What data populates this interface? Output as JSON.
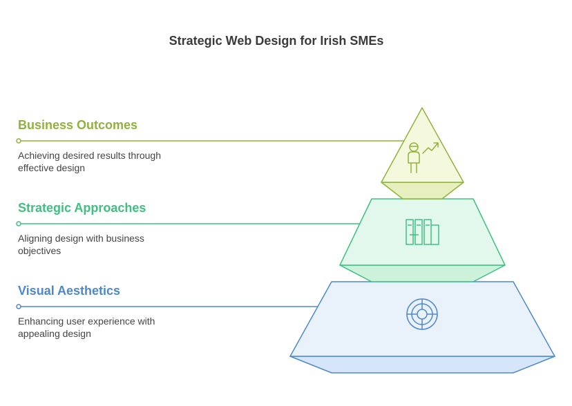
{
  "title": "Strategic Web Design for Irish SMEs",
  "levels": [
    {
      "heading": "Business Outcomes",
      "description": "Achieving desired results through effective design",
      "icon": "person-growth-icon",
      "color": "#8fb23c",
      "fill": "#f4f8dc"
    },
    {
      "heading": "Strategic Approaches",
      "description": "Aligning design with business objectives",
      "icon": "columns-icon",
      "color": "#3fbf80",
      "fill": "#e3f8ec"
    },
    {
      "heading": "Visual Aesthetics",
      "description": "Enhancing user experience with appealing design",
      "icon": "target-icon",
      "color": "#4d88cc",
      "fill": "#e9f1fb"
    }
  ]
}
